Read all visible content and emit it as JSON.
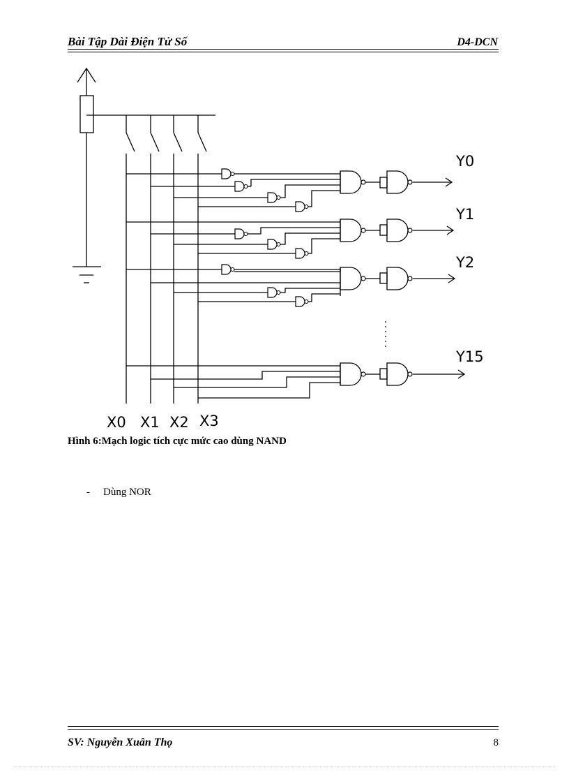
{
  "header": {
    "title": "Bài Tập Dài Điện Tử Số",
    "code": "D4-DCN"
  },
  "figure": {
    "inputs": [
      "X0",
      "X1",
      "X2",
      "X3"
    ],
    "outputs": [
      "Y0",
      "Y1",
      "Y2",
      "Y15"
    ],
    "caption": "Hình 6:Mạch logic tích cực mức cao dùng NAND"
  },
  "body": {
    "bullet_dash": "-",
    "bullet_text": "Dùng NOR"
  },
  "footer": {
    "author": "SV: Nguyễn Xuân Thọ",
    "page_number": "8"
  }
}
